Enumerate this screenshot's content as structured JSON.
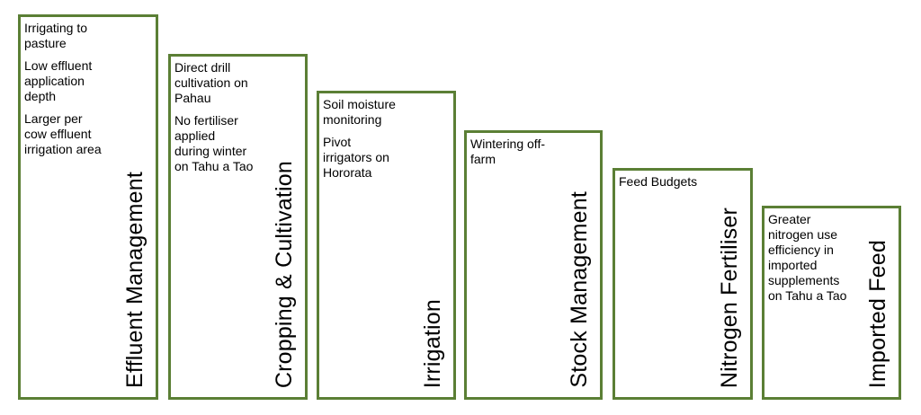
{
  "boxes": [
    {
      "title": "Effluent Management",
      "items": [
        "Irrigating to\npasture",
        "Low effluent\napplication\ndepth",
        "Larger per\ncow effluent\nirrigation area"
      ]
    },
    {
      "title": "Cropping & Cultivation",
      "items": [
        "Direct drill\ncultivation on\nPahau",
        "No fertiliser\napplied\nduring winter\non Tahu a Tao"
      ]
    },
    {
      "title": "Irrigation",
      "items": [
        "Soil moisture\nmonitoring",
        "Pivot\nirrigators on\nHororata"
      ]
    },
    {
      "title": "Stock Management",
      "items": [
        "Wintering off-\nfarm"
      ]
    },
    {
      "title": "Nitrogen Fertiliser",
      "items": [
        "Feed Budgets"
      ]
    },
    {
      "title": "Imported Feed",
      "items": [
        "Greater\nnitrogen use\nefficiency in\nimported\nsupplements\non Tahu a Tao"
      ]
    }
  ],
  "colors": {
    "border": "#5b7f35"
  }
}
